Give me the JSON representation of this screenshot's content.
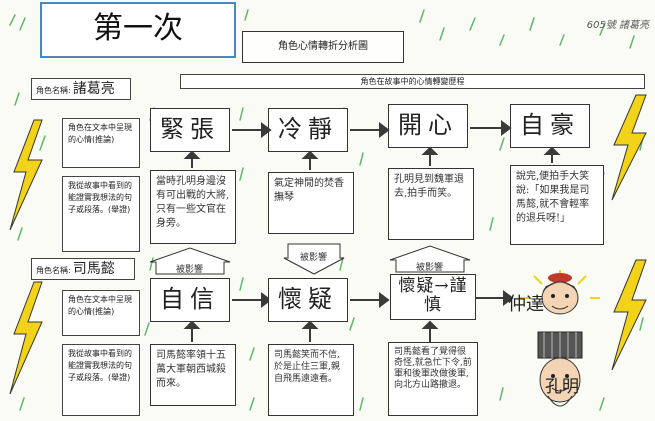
{
  "tag": "第一次",
  "sheet_title": "角色心情轉折分析圖",
  "corner_note": "605號 諸葛亮",
  "header_bar": "角色在故事中的心情轉變歷程",
  "labels": {
    "text_emotion": "角色在文本中呈現的心情(推論)",
    "evidence": "我從故事中看到的能證實我想法的句子或段落。(舉證)"
  },
  "influence_label": "被影響",
  "roles": [
    {
      "label": "角色名稱:",
      "name": "諸葛亮",
      "emotions": [
        "緊張",
        "冷靜",
        "開心",
        "自豪"
      ],
      "evidence": [
        "當時孔明身邊沒有可出戰的大將,只有一些文官在身旁。",
        "氣定神閒的焚香撫琴",
        "孔明見到魏軍退去,拍手而笑。",
        "說完,便拍手大笑說:「如果我是司馬懿,就不會輕率的退兵呀!」"
      ]
    },
    {
      "label": "角色名稱:",
      "name": "司馬懿",
      "emotions": [
        "自信",
        "懷疑",
        "懷疑→謹慎"
      ],
      "evidence": [
        "司馬懿率領十五萬大軍朝西城殺而來。",
        "司馬懿笑而不信,於是止住三軍,親自飛馬遠遠看。",
        "司馬懿看了覺得很奇怪,就急忙下令,前軍和後軍改做後軍,向北方山路撤退。"
      ]
    }
  ],
  "portraits": {
    "top_name": "仲達",
    "bottom_name": "孔明"
  },
  "colors": {
    "frame": "#4a87c2",
    "grass": "#3aa64a",
    "lightning": "#f2d31a",
    "arrow": "#3a3a3a"
  }
}
